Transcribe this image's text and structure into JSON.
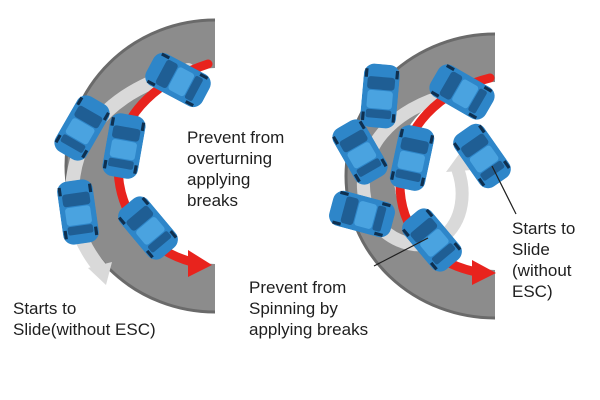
{
  "colors": {
    "road": "#8c8c8c",
    "road_edge": "#555555",
    "arrow_red": "#e8231d",
    "arrow_gray": "#d9d9d9",
    "car_blue": "#2e86c9",
    "car_dark": "#1f5e94",
    "text": "#1f1f1f"
  },
  "left_scene": {
    "label_center": "Prevent from\noverturning\napplying\nbreaks",
    "label_bottom": "Starts to\nSlide(without ESC)"
  },
  "right_scene": {
    "label_center": "Prevent from\nSpinning by\napplying breaks",
    "label_right": "Starts to\nSlide\n(without\nESC)"
  }
}
